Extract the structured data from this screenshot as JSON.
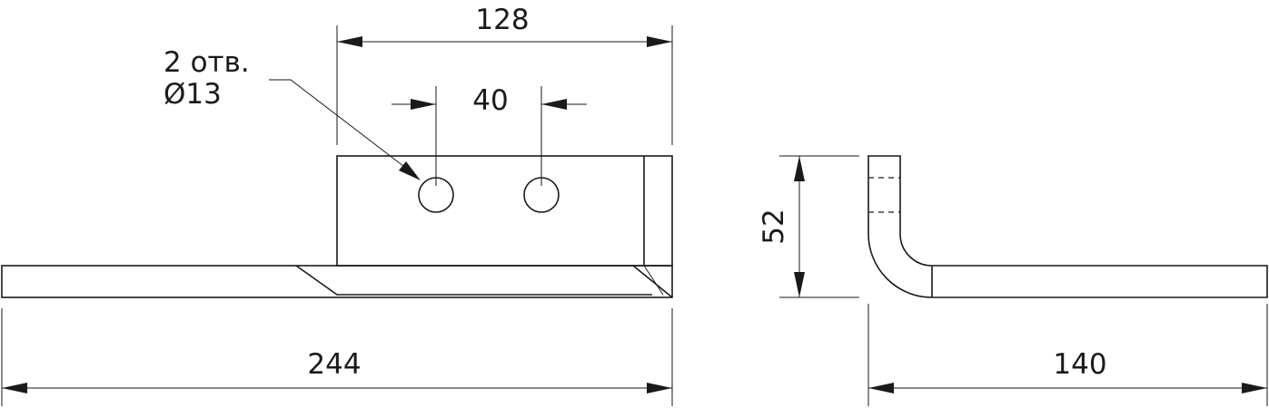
{
  "dimensions": {
    "top_width": "128",
    "hole_spacing": "40",
    "overall_length": "244",
    "height": "52",
    "side_length": "140"
  },
  "callout": {
    "line1": "2 отв.",
    "line2": "Ø13"
  },
  "colors": {
    "line": "#1a1a1a",
    "background": "#ffffff"
  }
}
